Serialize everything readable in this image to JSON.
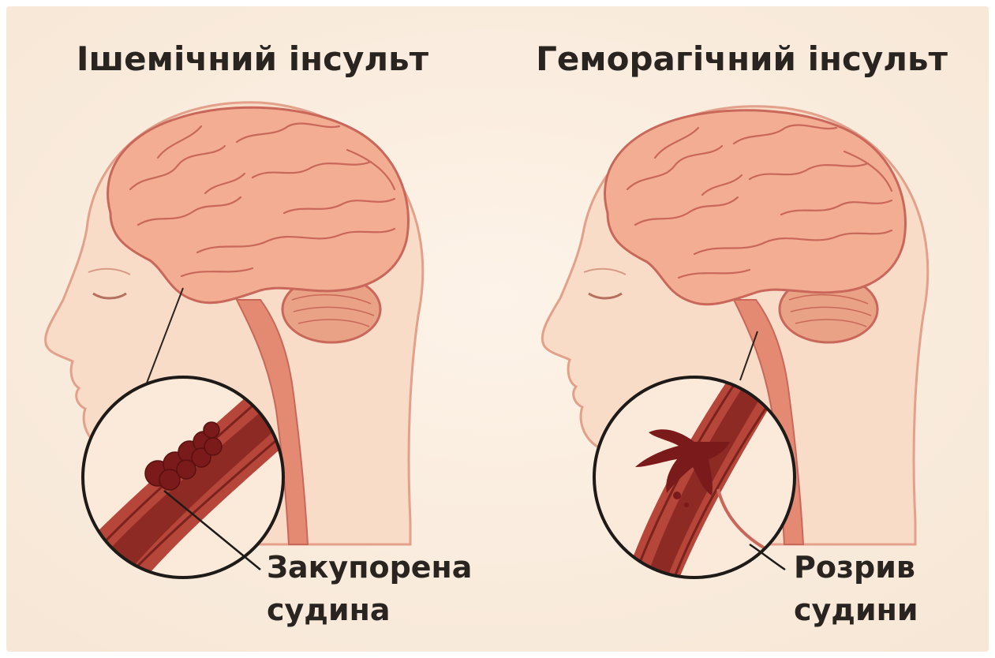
{
  "panels": [
    {
      "title": "Ішемічний інсульт",
      "callout": {
        "line1": "Закупорена",
        "line2": "судина"
      }
    },
    {
      "title": "Геморагічний інсульт",
      "callout": {
        "line1": "Розрив",
        "line2": "судини"
      }
    }
  ],
  "colors": {
    "background": "#fbeedf",
    "skin": "#f7d9c4",
    "brain": "#f1ab90",
    "brain_outline": "#c9685a",
    "vessel": "#a83a30",
    "blood_clot": "#8a1e1e",
    "text": "#2a2420"
  }
}
